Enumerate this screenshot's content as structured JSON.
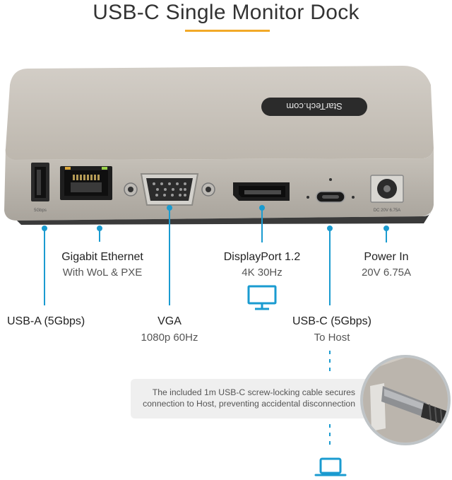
{
  "title": "USB-C Single Monitor Dock",
  "device": {
    "logo_text": "StarTech.com",
    "port_usba_label": "5Gbps",
    "port_power_label": "DC 20V 6.75A"
  },
  "callouts": {
    "usb_a": {
      "label": "USB-A (5Gbps)"
    },
    "ethernet": {
      "label": "Gigabit Ethernet",
      "sub": "With WoL & PXE"
    },
    "vga": {
      "label": "VGA",
      "sub": "1080p 60Hz"
    },
    "displayport": {
      "label": "DisplayPort 1.2",
      "sub": "4K 30Hz",
      "icon": "monitor-icon"
    },
    "power": {
      "label": "Power In",
      "sub": "20V 6.75A"
    },
    "usb_c": {
      "label": "USB-C (5Gbps)",
      "sub": "To Host",
      "icon": "laptop-icon"
    }
  },
  "note": {
    "line1": "The included 1m USB-C screw-locking cable secures",
    "line2": "connection to Host, preventing accidental disconnection"
  },
  "colors": {
    "accent": "#f2a928",
    "line": "#1a9bd0"
  }
}
